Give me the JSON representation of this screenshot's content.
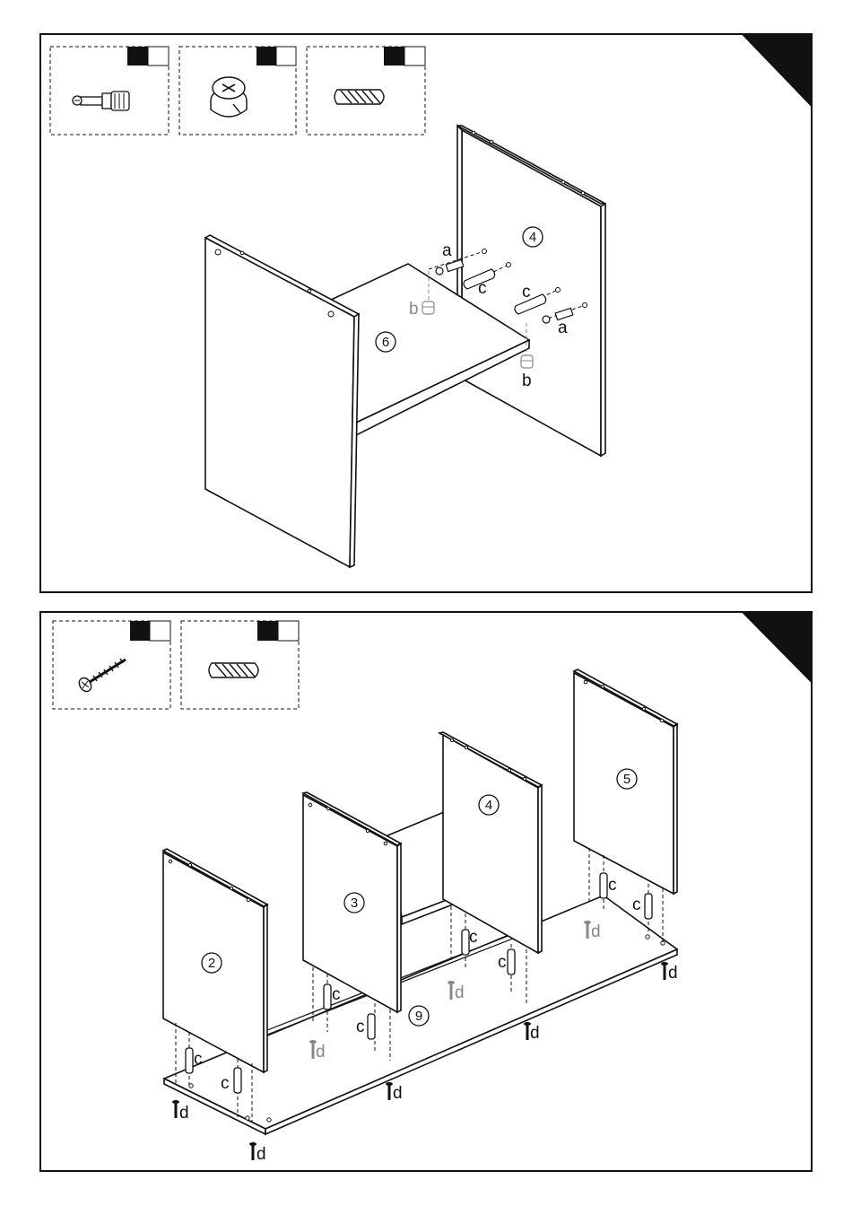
{
  "step1": {
    "parts": [
      {
        "icon": "cam-bolt-icon"
      },
      {
        "icon": "cam-lock-icon"
      },
      {
        "icon": "wooden-dowel-icon"
      }
    ],
    "panel_labels": {
      "side_panel": "4",
      "shelf": "6"
    },
    "hardware_labels": {
      "a1": "a",
      "a2": "a",
      "b1": "b",
      "b2": "b",
      "c1": "c",
      "c2": "c"
    }
  },
  "step2": {
    "parts": [
      {
        "icon": "screw-icon"
      },
      {
        "icon": "wooden-dowel-icon"
      }
    ],
    "panel_labels": {
      "p2": "2",
      "p3": "3",
      "p4": "4",
      "p5": "5",
      "base": "9"
    },
    "hardware_labels": {
      "c": "c",
      "d": "d"
    }
  },
  "colors": {
    "ink": "#111111",
    "grey_hint": "#888888",
    "paper": "#ffffff"
  }
}
